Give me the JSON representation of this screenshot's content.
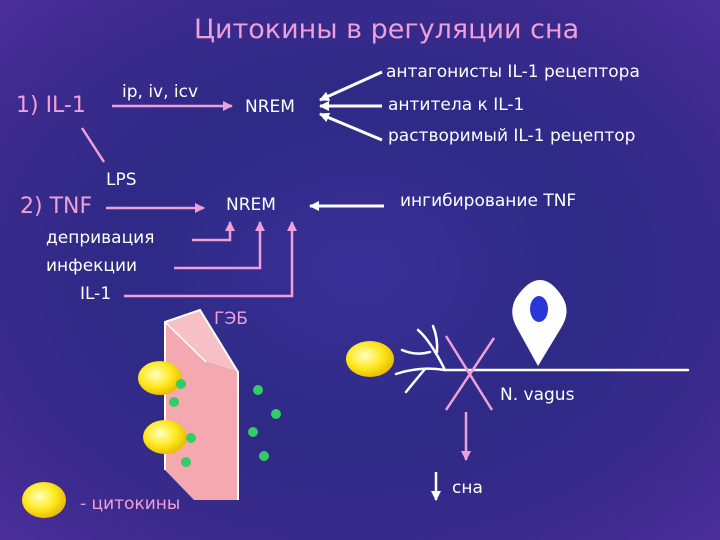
{
  "title": "Цитокины в регуляции сна",
  "il1": {
    "label": "1) IL-1",
    "routes": "ip, iv, icv",
    "lps": "LPS",
    "target": "NREM",
    "inhibitors": [
      "антагонисты IL-1 рецептора",
      "антитела к IL-1",
      "растворимый IL-1 рецептор"
    ]
  },
  "tnf": {
    "label": "2) TNF",
    "target": "NREM",
    "inhibitor": "ингибирование TNF",
    "stimuli": [
      "депривация",
      "инфекции",
      "IL-1"
    ]
  },
  "bbb_label": "ГЭБ",
  "vagus_label": "N. vagus",
  "sleep_label": "сна",
  "legend": {
    "cytokines": "- цитокины"
  },
  "colors": {
    "pink": "#f0a0d8",
    "white": "#ffffff",
    "cytokine": "#ffe830",
    "green": "#33cc66",
    "barrier": "#f4a8b0"
  }
}
